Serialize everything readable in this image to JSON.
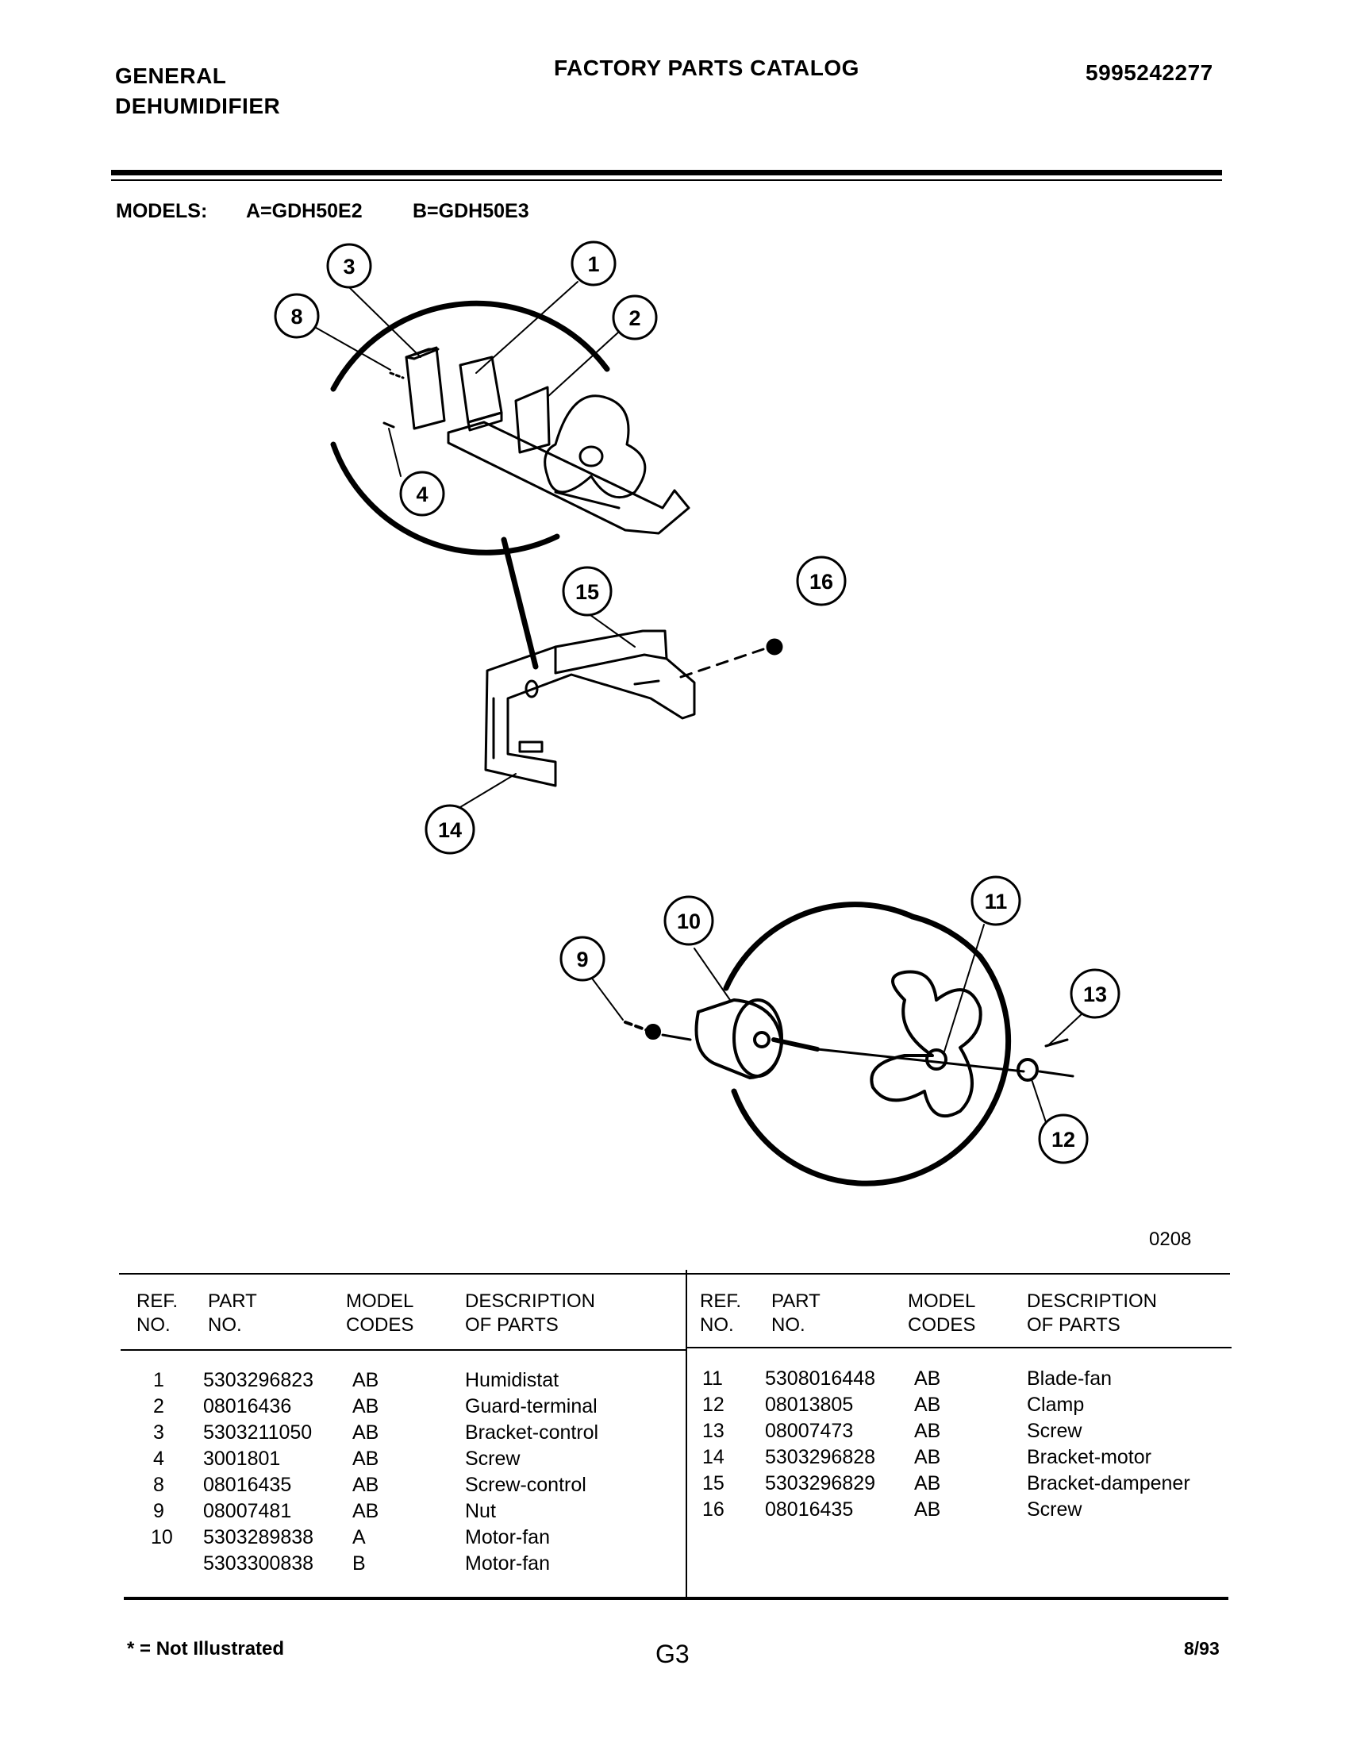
{
  "header": {
    "brand_line1": "GENERAL",
    "brand_line2": "DEHUMIDIFIER",
    "title": "FACTORY PARTS CATALOG",
    "catalog_number": "5995242277"
  },
  "models": {
    "label": "MODELS:",
    "a": "A=GDH50E2",
    "b": "B=GDH50E3"
  },
  "diagram": {
    "callouts": [
      "1",
      "2",
      "3",
      "4",
      "8",
      "9",
      "10",
      "11",
      "12",
      "13",
      "14",
      "15",
      "16"
    ],
    "figure_code": "0208"
  },
  "table": {
    "headers": {
      "ref_line1": "REF.",
      "ref_line2": "NO.",
      "part_line1": "PART",
      "part_line2": "NO.",
      "model_line1": "MODEL",
      "model_line2": "CODES",
      "desc_line1": "DESCRIPTION",
      "desc_line2": "OF PARTS"
    },
    "left_rows": [
      {
        "ref": "1",
        "part": "5303296823",
        "codes": "AB",
        "desc": "Humidistat"
      },
      {
        "ref": "2",
        "part": "08016436",
        "codes": "AB",
        "desc": "Guard-terminal"
      },
      {
        "ref": "3",
        "part": "5303211050",
        "codes": "AB",
        "desc": "Bracket-control"
      },
      {
        "ref": "4",
        "part": "3001801",
        "codes": "AB",
        "desc": "Screw"
      },
      {
        "ref": "8",
        "part": "08016435",
        "codes": "AB",
        "desc": "Screw-control"
      },
      {
        "ref": "9",
        "part": "08007481",
        "codes": "AB",
        "desc": "Nut"
      },
      {
        "ref": "10",
        "part": "5303289838",
        "codes": "A",
        "desc": "Motor-fan"
      },
      {
        "ref": "",
        "part": "5303300838",
        "codes": "B",
        "desc": "Motor-fan"
      }
    ],
    "right_rows": [
      {
        "ref": "11",
        "part": "5308016448",
        "codes": "AB",
        "desc": "Blade-fan"
      },
      {
        "ref": "12",
        "part": "08013805",
        "codes": "AB",
        "desc": "Clamp"
      },
      {
        "ref": "13",
        "part": "08007473",
        "codes": "AB",
        "desc": "Screw"
      },
      {
        "ref": "14",
        "part": "5303296828",
        "codes": "AB",
        "desc": "Bracket-motor"
      },
      {
        "ref": "15",
        "part": "5303296829",
        "codes": "AB",
        "desc": "Bracket-dampener"
      },
      {
        "ref": "16",
        "part": "08016435",
        "codes": "AB",
        "desc": "Screw"
      }
    ]
  },
  "footer": {
    "note": "* = Not Illustrated",
    "page": "G3",
    "date": "8/93"
  }
}
